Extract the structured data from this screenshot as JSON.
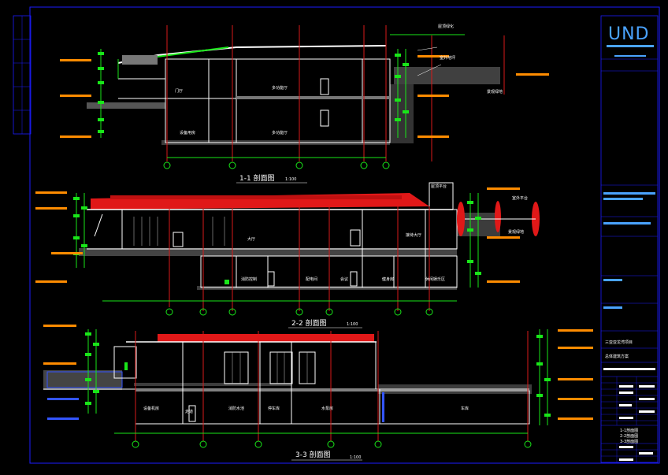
{
  "colors": {
    "frame": "#1c1cff",
    "wall": "#ffffff",
    "grid": "#d81a1a",
    "dim": "#19e619",
    "level": "#ff8c00",
    "roof": "#e01818",
    "ground": "#808080",
    "highlight": "#3355ff",
    "logo": "#4aa3ff"
  },
  "title_block": {
    "logo": "UND",
    "project_line": "三亚亚龙湾项目",
    "drawing_line": "总体建筑方案",
    "drawing_list": [
      "1-1剖面图",
      "2-2剖面图",
      "3-3剖面图"
    ]
  },
  "sections": [
    {
      "caption": "1-1 剖面图",
      "scale": "1:100",
      "rooms": [
        "门厅",
        "多功能厅",
        "设备用房",
        "多功能厅"
      ],
      "notes": [
        "屋顶绿化",
        "室外地坪",
        "景观绿地"
      ]
    },
    {
      "caption": "2-2 剖面图",
      "scale": "1:100",
      "rooms": [
        "大厅",
        "接待大厅",
        "消防控制",
        "配电间",
        "会议",
        "健身房",
        "休闲娱乐区"
      ],
      "notes": [
        "屋顶平台",
        "室外平台",
        "景观绿地"
      ]
    },
    {
      "caption": "3-3 剖面图",
      "scale": "1:100",
      "rooms": [
        "设备机房",
        "走道",
        "消防水池",
        "停车库",
        "水泵房",
        "车库"
      ],
      "notes": []
    }
  ]
}
